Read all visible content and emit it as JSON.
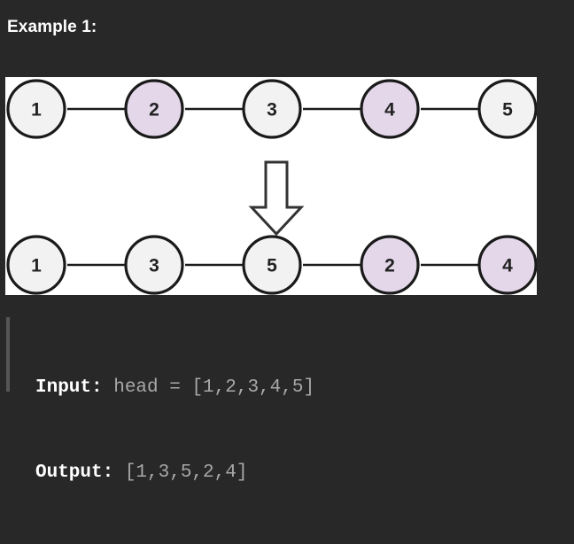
{
  "heading": "Example 1:",
  "colors": {
    "page_background": "#282828",
    "panel_background": "#ffffff",
    "node_plain_fill": "#f2f2f2",
    "node_highlight_fill": "#e3d7e9",
    "node_stroke": "#1a1a1a",
    "edge_stroke": "#1a1a1a",
    "code_key_color": "#ffffff",
    "code_value_color": "#a8a8a8",
    "code_bar_color": "#565656"
  },
  "figure": {
    "transform_arrow": "down-block-arrow",
    "top_row": {
      "label": "input-linked-list",
      "nodes": [
        {
          "value": "1",
          "highlight": false
        },
        {
          "value": "2",
          "highlight": true
        },
        {
          "value": "3",
          "highlight": false
        },
        {
          "value": "4",
          "highlight": true
        },
        {
          "value": "5",
          "highlight": false
        }
      ]
    },
    "bottom_row": {
      "label": "output-linked-list",
      "nodes": [
        {
          "value": "1",
          "highlight": false
        },
        {
          "value": "3",
          "highlight": false
        },
        {
          "value": "5",
          "highlight": false
        },
        {
          "value": "2",
          "highlight": true
        },
        {
          "value": "4",
          "highlight": true
        }
      ]
    }
  },
  "code": {
    "input_label": "Input:",
    "input_value": " head = [1,2,3,4,5]",
    "output_label": "Output:",
    "output_value": " [1,3,5,2,4]"
  }
}
